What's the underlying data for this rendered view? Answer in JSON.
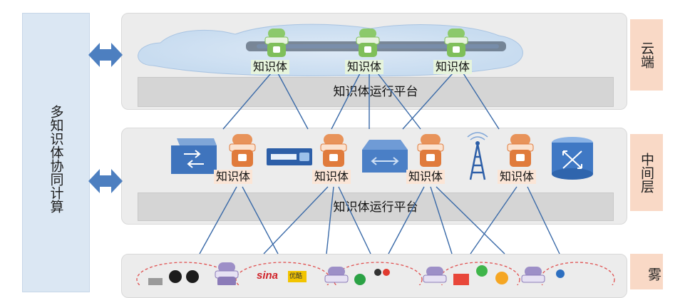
{
  "left_title": "多知识体协同计算",
  "layers": {
    "cloud": {
      "tag": "云端",
      "platform": "知识体运行平台",
      "agents": [
        "知识体",
        "知识体",
        "知识体"
      ]
    },
    "middle": {
      "tag": "中间层",
      "platform": "知识体运行平台",
      "agents": [
        "知识体",
        "知识体",
        "知识体",
        "知识体"
      ]
    },
    "fog": {
      "tag": "雾",
      "logos": [
        "sina",
        "优酷"
      ]
    }
  },
  "colors": {
    "left_panel": "#dbe7f3",
    "layer_bg": "#ececec",
    "platform": "#d5d5d5",
    "tag": "#f9d9c6",
    "cloud_agent": "#7fbf5a",
    "middle_agent": "#e07b3c",
    "fog_agent": "#8b7bb8",
    "arrow": "#4d7fc0",
    "line": "#3a6aa8"
  },
  "icons": [
    "double-arrow-icon",
    "robot-agent-icon",
    "switch-icon",
    "router-icon",
    "antenna-tower-icon",
    "network-device-icon"
  ]
}
